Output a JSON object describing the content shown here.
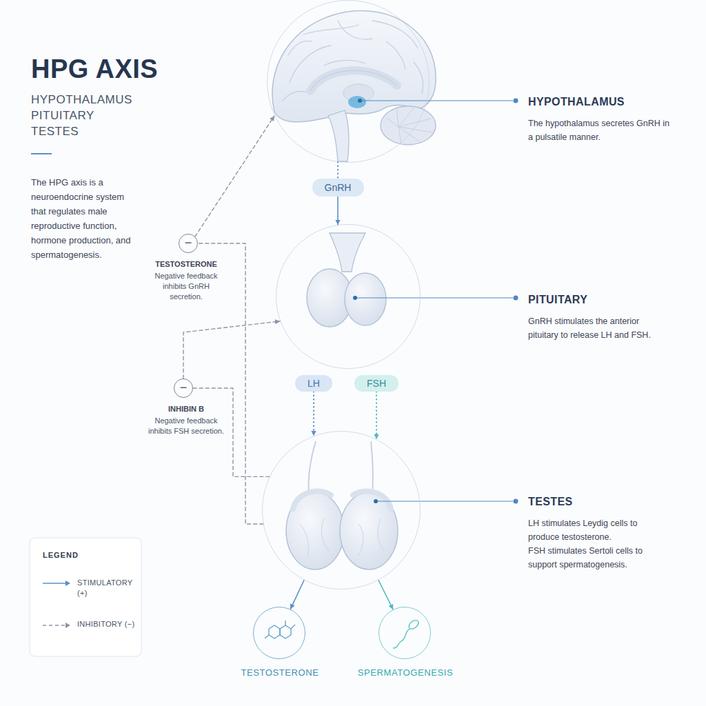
{
  "diagram": {
    "title": "HPG AXIS",
    "nodes": [
      {
        "text": [
          "HYPOTHALAMUS",
          "The hypothalamus secretes GnRH in a pulsatile manner."
        ]
      },
      {
        "text": [
          "GnRH"
        ]
      },
      {
        "text": [
          "−"
        ]
      },
      {
        "text": [
          "PITUITARY",
          "GnRH stimulates the anterior pituitary to release LH and FSH."
        ]
      },
      {
        "text": [
          "LH"
        ]
      },
      {
        "text": [
          "FSH"
        ]
      },
      {
        "text": [
          "−"
        ]
      },
      {
        "text": [
          "TESTES",
          "LH stimulates Leydig cells to produce testosterone.",
          "FSH stimulates Sertoli cells to support spermatogenesis."
        ]
      },
      {
        "text": [
          "TESTOSTERONE"
        ]
      },
      {
        "text": [
          "SPERMATOGENESIS"
        ]
      }
    ],
    "edges": [
      {
        "from": 0,
        "to": 1,
        "arrow": "none"
      },
      {
        "from": 1,
        "to": 3,
        "arrow": "to"
      },
      {
        "from": 4,
        "to": 7,
        "arrow": "to"
      },
      {
        "from": 5,
        "to": 7,
        "arrow": "to"
      },
      {
        "from": 7,
        "to": 8,
        "arrow": "to"
      },
      {
        "from": 7,
        "to": 9,
        "arrow": "to"
      },
      {
        "from": 7,
        "to": 6,
        "arrow": "none"
      },
      {
        "from": 6,
        "to": 3,
        "arrow": "to"
      },
      {
        "from": 7,
        "to": 2,
        "arrow": "none"
      },
      {
        "from": 2,
        "to": 0,
        "arrow": "to"
      }
    ],
    "labels": [
      "HYPOTHALAMUS",
      "PITUITARY",
      "TESTES",
      "The HPG axis is a neuroendocrine system that regulates male reproductive function, hormone production, and spermatogenesis.",
      "TESTOSTERONE",
      "Negative feedback inhibits GnRH secretion.",
      "INHIBIN B",
      "Negative feedback inhibits FSH secretion.",
      "LEGEND"
    ],
    "legend": [
      {
        "text": "STIMULATORY (+)"
      },
      {
        "text": "INHIBITORY (−)"
      }
    ]
  }
}
